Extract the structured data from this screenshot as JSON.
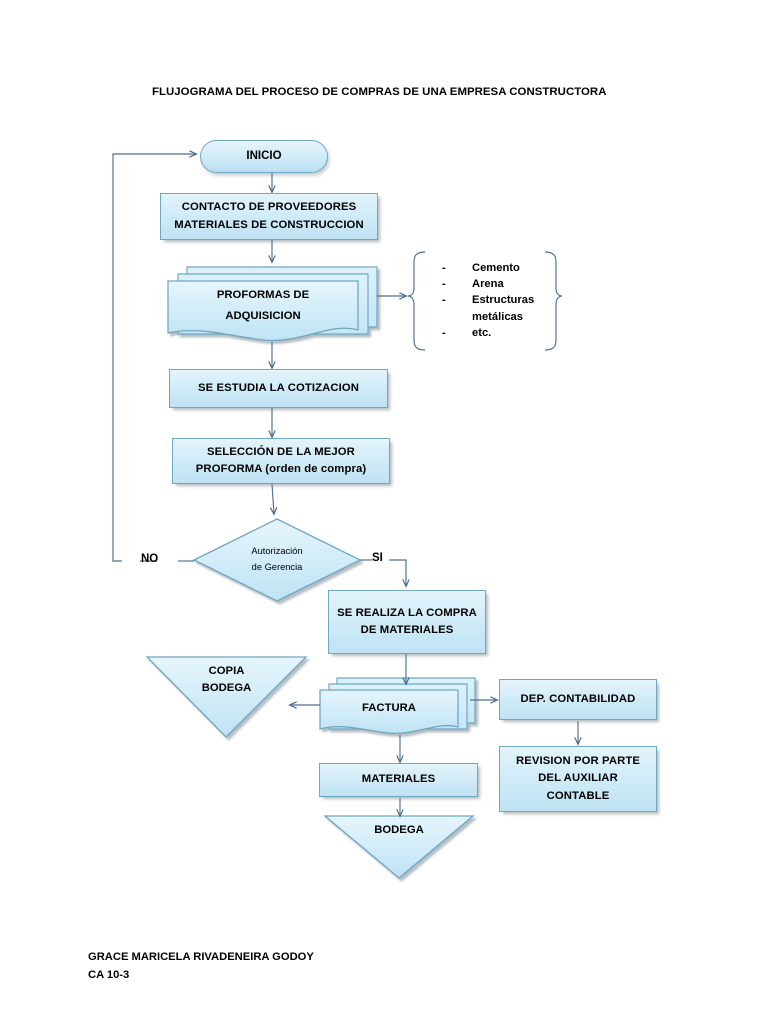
{
  "document": {
    "title": "FLUJOGRAMA DEL PROCESO DE COMPRAS DE UNA EMPRESA CONSTRUCTORA",
    "footer": "GRACE MARICELA RIVADENEIRA GODOY\nCA 10-3"
  },
  "colors": {
    "shape_fill_light": "#e3f4fb",
    "shape_fill_dark": "#bfe2f3",
    "shape_border": "#6ea8c3",
    "connector": "#4a6f93",
    "text": "#000000",
    "shadow": "#8b949c"
  },
  "nodes": {
    "inicio": {
      "label": "INICIO",
      "shape": "terminator"
    },
    "contacto": {
      "label": "CONTACTO DE PROVEEDORES\nMATERIALES DE CONSTRUCCION",
      "shape": "process"
    },
    "proformas": {
      "label": "PROFORMAS DE\nADQUISICION",
      "shape": "multidocument"
    },
    "cotizacion": {
      "label": "SE ESTUDIA LA COTIZACION",
      "shape": "process"
    },
    "seleccion": {
      "label": "SELECCIÓN DE LA MEJOR\nPROFORMA (orden de compra)",
      "shape": "process"
    },
    "autorizacion": {
      "label": "Autorización\nde Gerencia",
      "shape": "decision"
    },
    "compra": {
      "label": "SE REALIZA LA COMPRA\nDE MATERIALES",
      "shape": "process"
    },
    "factura": {
      "label": "FACTURA",
      "shape": "multidocument"
    },
    "copia_bodega": {
      "label": "COPIA\nBODEGA",
      "shape": "triangle"
    },
    "dep_contabilidad": {
      "label": "DEP. CONTABILIDAD",
      "shape": "process"
    },
    "revision": {
      "label": "REVISION POR PARTE\nDEL AUXILIAR\nCONTABLE",
      "shape": "process"
    },
    "materiales": {
      "label": "MATERIALES",
      "shape": "process"
    },
    "bodega": {
      "label": "BODEGA",
      "shape": "triangle"
    }
  },
  "edge_labels": {
    "no": "NO",
    "si": "SI"
  },
  "materials_list": {
    "items": [
      "Cemento",
      "Arena",
      "Estructuras",
      "etc."
    ],
    "continuation": "metálicas",
    "bullet": "-"
  }
}
